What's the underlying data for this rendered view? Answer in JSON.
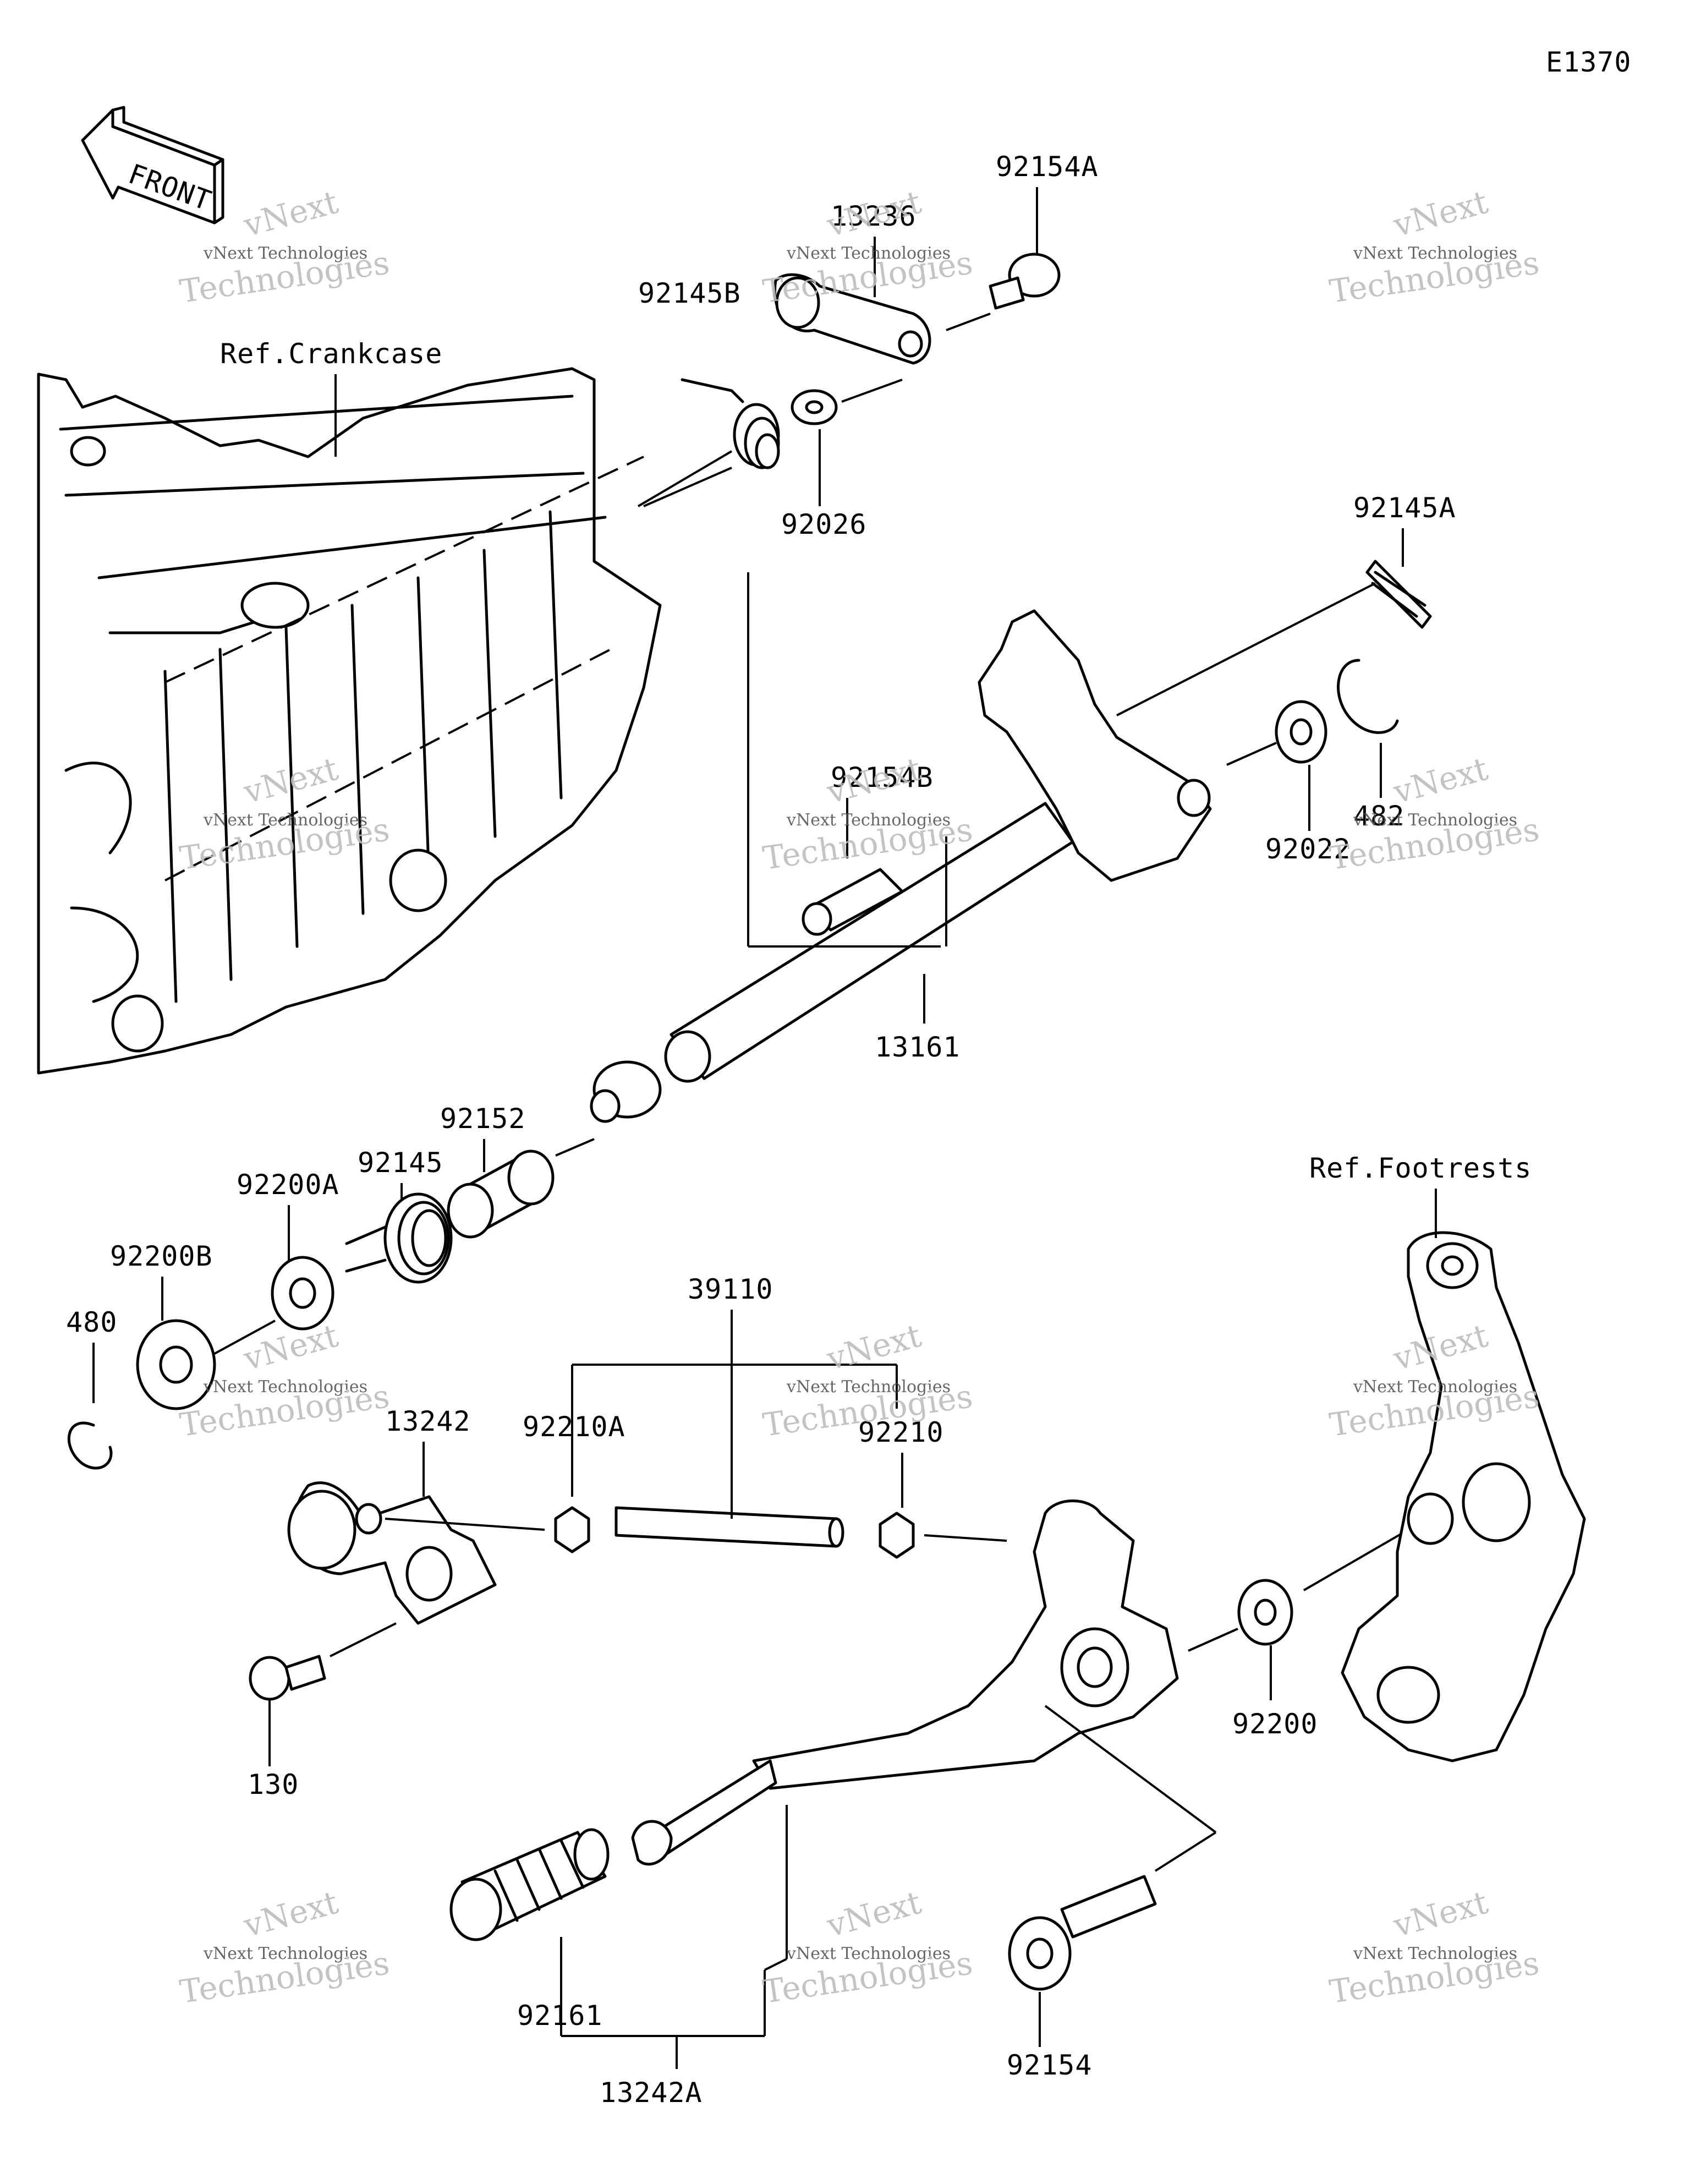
{
  "diagram_code": "E1370",
  "front_label": "FRONT",
  "references": {
    "crankcase": "Ref.Crankcase",
    "footrests": "Ref.Footrests"
  },
  "parts": [
    "92154A",
    "13236",
    "92145B",
    "92026",
    "92145A",
    "92154B",
    "92022",
    "482",
    "13161",
    "92152",
    "92145",
    "92200A",
    "92200B",
    "480",
    "39110",
    "13242",
    "92210A",
    "92210",
    "130",
    "92200",
    "92161",
    "92154",
    "13242A"
  ],
  "watermark": {
    "line1": "vNext",
    "line2": "vNext Technologies",
    "line3": "Technologies"
  }
}
